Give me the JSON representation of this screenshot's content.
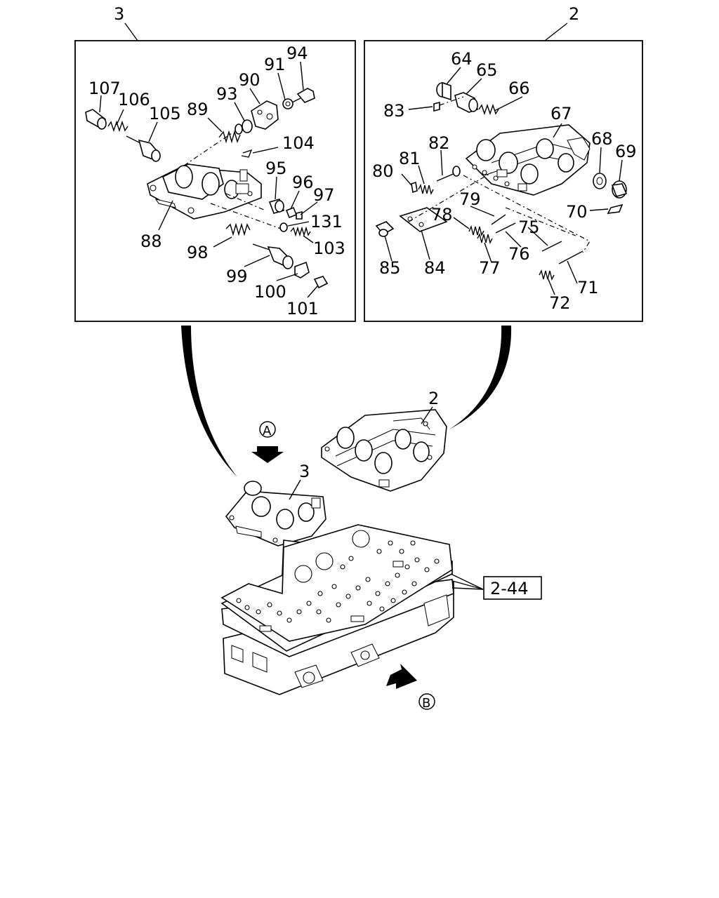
{
  "callouts": {
    "assembly_3": "3",
    "assembly_2": "2",
    "assembly_2_lower": "2",
    "assembly_3_lower": "3",
    "ref_2_44": "2-44",
    "view_a": "A",
    "view_b": "B"
  },
  "left_panel_labels": {
    "p107": "107",
    "p106": "106",
    "p105": "105",
    "p89": "89",
    "p93": "93",
    "p90": "90",
    "p91": "91",
    "p94": "94",
    "p104": "104",
    "p95": "95",
    "p96": "96",
    "p97": "97",
    "p131": "131",
    "p88": "88",
    "p98": "98",
    "p103": "103",
    "p99": "99",
    "p100": "100",
    "p101": "101"
  },
  "right_panel_labels": {
    "p64": "64",
    "p65": "65",
    "p66": "66",
    "p83": "83",
    "p67": "67",
    "p68": "68",
    "p69": "69",
    "p80": "80",
    "p81": "81",
    "p82": "82",
    "p79": "79",
    "p78": "78",
    "p70": "70",
    "p75": "75",
    "p76": "76",
    "p77": "77",
    "p85": "85",
    "p84": "84",
    "p71": "71",
    "p72": "72"
  }
}
